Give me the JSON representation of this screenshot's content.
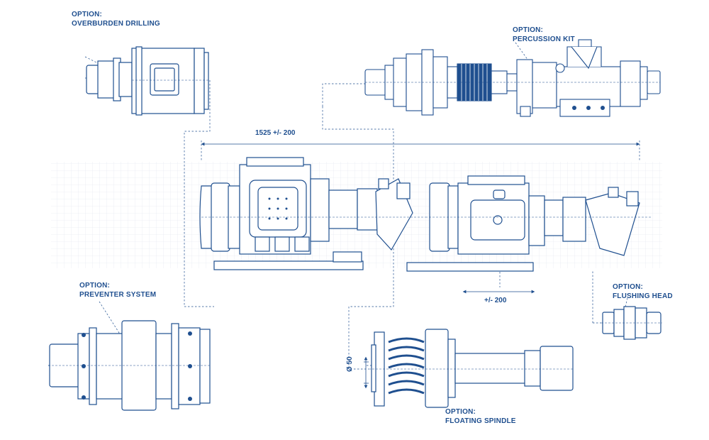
{
  "colors": {
    "primary": "#1f4f8f",
    "dark": "#123a73",
    "grid": "#dfe5ee",
    "light": "#e9eef5"
  },
  "options": {
    "overburden": {
      "kicker": "OPTION:",
      "name": "OVERBURDEN DRILLING"
    },
    "percussion": {
      "kicker": "OPTION:",
      "name": "PERCUSSION KIT"
    },
    "preventer": {
      "kicker": "OPTION:",
      "name": "PREVENTER SYSTEM"
    },
    "flushing": {
      "kicker": "OPTION:",
      "name": "FLUSHING HEAD"
    },
    "floating": {
      "kicker": "OPTION:",
      "name": "FLOATING SPINDLE"
    }
  },
  "dimensions": {
    "span": "1525 +/- 200",
    "shift": "+/- 200",
    "diameter": "Ø 50"
  }
}
